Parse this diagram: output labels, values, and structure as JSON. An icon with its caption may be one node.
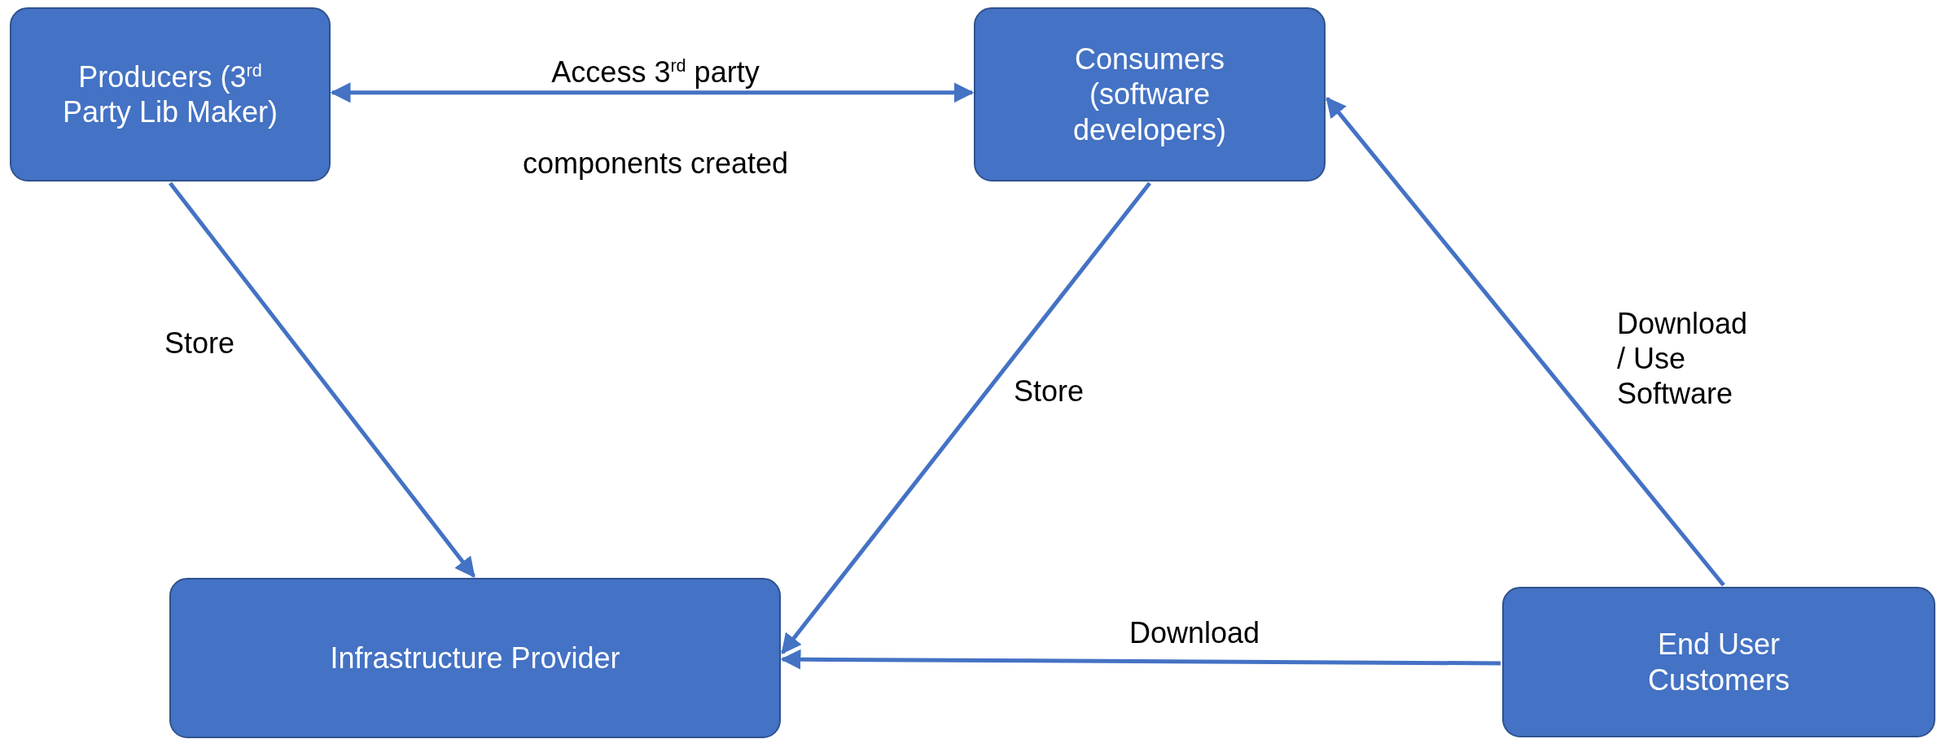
{
  "diagram": {
    "nodes": [
      {
        "text": [
          "Producers (3$^{rd}$ Party Lib Maker)"
        ]
      },
      {
        "text": [
          "Consumers (software developers)"
        ]
      },
      {
        "text": [
          "Infrastructure Provider"
        ]
      },
      {
        "text": [
          "End User Customers"
        ]
      }
    ],
    "edges": [
      {
        "from": 0,
        "to": 1,
        "arrow": "both",
        "label": "Access 3$^{rd}$ party components created"
      },
      {
        "from": 0,
        "to": 2,
        "arrow": "to",
        "label": "Store"
      },
      {
        "from": 1,
        "to": 2,
        "arrow": "to",
        "label": "Store"
      },
      {
        "from": 3,
        "to": 1,
        "arrow": "to",
        "label": "Download / Use Software"
      },
      {
        "from": 3,
        "to": 2,
        "arrow": "to",
        "label": "Download"
      }
    ]
  }
}
